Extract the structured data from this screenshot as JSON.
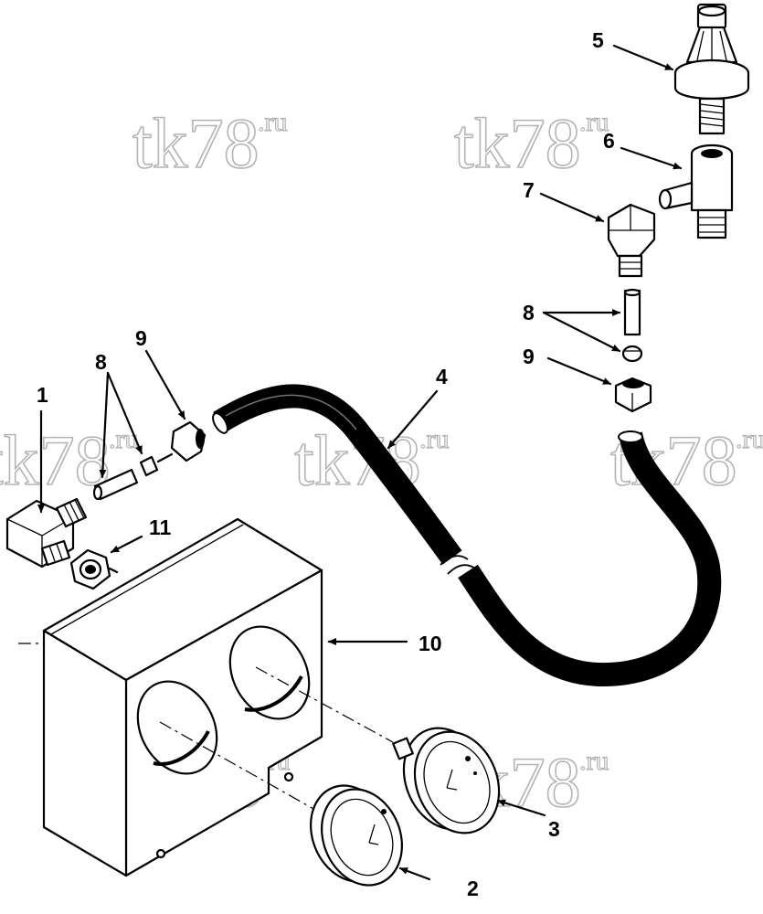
{
  "watermark": {
    "main": "tk78",
    "suffix": ".ru"
  },
  "callouts": {
    "c1": "1",
    "c2": "2",
    "c3": "3",
    "c4": "4",
    "c5": "5",
    "c6": "6",
    "c7": "7",
    "c8a": "8",
    "c8b": "8",
    "c9a": "9",
    "c9b": "9",
    "c10": "10",
    "c11": "11"
  }
}
